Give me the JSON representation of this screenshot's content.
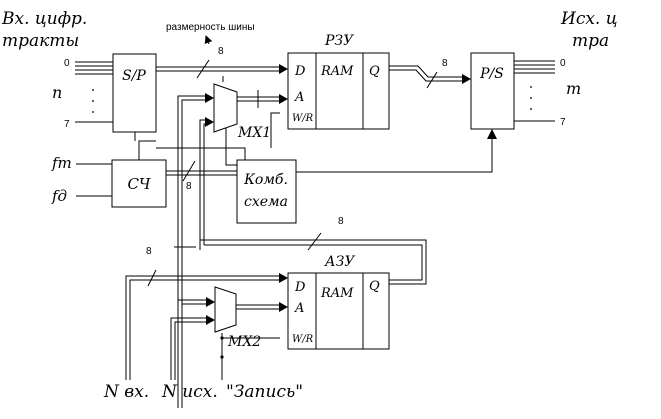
{
  "labels": {
    "inputs_title_line1": "Вх. цифр.",
    "inputs_title_line2": "тракты",
    "outputs_title_line1": "Исх. ц",
    "outputs_title_line2": "тра",
    "bus_width_note": "размерность шины",
    "input_index_first": "0",
    "input_index_n": "n",
    "input_index_last": "7",
    "output_index_first": "0",
    "output_index_m": "m",
    "output_index_last": "7",
    "freq_ft": "fт",
    "freq_fd": "fд",
    "bottom_n_in": "N вх.",
    "bottom_n_out": "N исх.",
    "bottom_write": "\"Запись\""
  },
  "blocks": {
    "sp": "S/P",
    "ps": "P/S",
    "counter": "СЧ",
    "comb_line1": "Комб.",
    "comb_line2": "схема",
    "rzu_title": "РЗУ",
    "azu_title": "АЗУ",
    "ram1": "RAM",
    "ram2": "RAM",
    "mx1": "MX1",
    "mx2": "MX2"
  },
  "ports": {
    "rzu_d": "D",
    "rzu_a": "A",
    "rzu_wr": "W/R",
    "rzu_q": "Q",
    "azu_d": "D",
    "azu_a": "A",
    "azu_wr": "W/R",
    "azu_q": "Q"
  },
  "bus_widths": {
    "sp_to_ram": "8",
    "ram_to_ps": "8",
    "mx1_input": "8",
    "azu_q_bus": "8",
    "n_in_bus": "8"
  }
}
